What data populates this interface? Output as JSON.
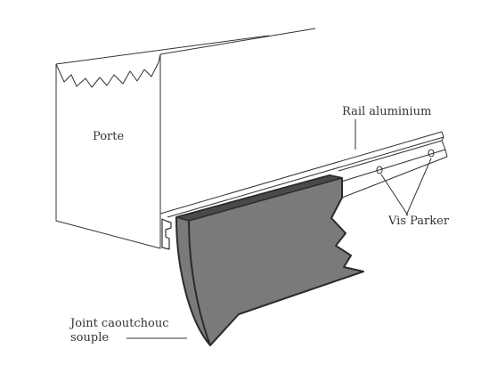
{
  "labels": {
    "porte": "Porte",
    "rail": "Rail aluminium",
    "vis": "Vis Parker",
    "joint_line1": "Joint caoutchouc",
    "joint_line2": "souple"
  },
  "colors": {
    "line": "#333333",
    "rubber": "#7a7a7c",
    "rubber_edge": "#2b2b2b",
    "background": "#ffffff"
  }
}
